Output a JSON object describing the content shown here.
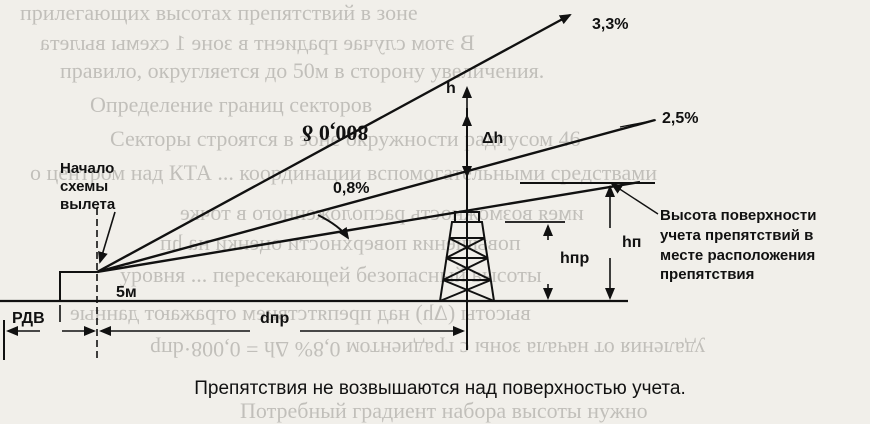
{
  "diagram": {
    "slope_labels": {
      "top": "3,3%",
      "middle": "2,5%",
      "bottom": "0,8%"
    },
    "formula_value": "800,0 δ",
    "start_label": [
      "Начало",
      "схемы",
      "вылета"
    ],
    "height_labels": {
      "h": "h",
      "dh": "Δh",
      "hp": "hп",
      "hpr": "hпр"
    },
    "distance_labels": {
      "five_m": "5м",
      "rdv": "РДВ",
      "dpr": "dпр"
    },
    "surface_note": [
      "Высота поверхности",
      "учета препятствий в",
      "месте расположения",
      "препятствия"
    ]
  },
  "caption": "Препятствия не возвышаются над поверхностью учета."
}
